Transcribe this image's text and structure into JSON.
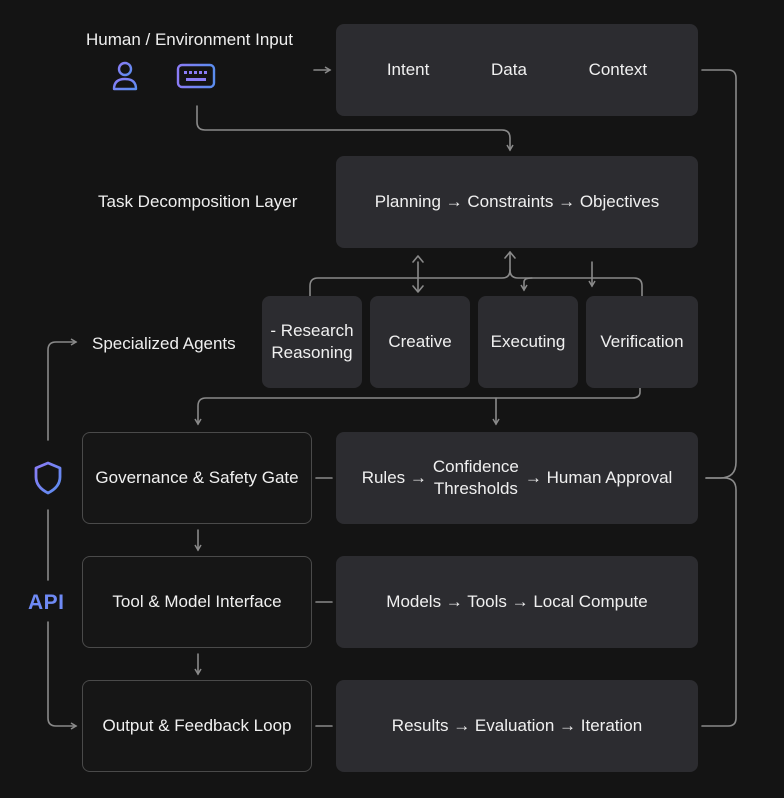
{
  "input": {
    "title": "Human / Environment Input",
    "icons": [
      "user-icon",
      "keyboard-icon",
      "bar-chart-icon"
    ],
    "items": [
      "Intent",
      "Data",
      "Context"
    ]
  },
  "task_layer": {
    "label": "Task Decomposition Layer",
    "flow": "Planning → Constraints → Objectives"
  },
  "agents": {
    "label": "Specialized Agents",
    "research": [
      "- Research",
      "Reasoning"
    ],
    "items": [
      "Creative",
      "Executing",
      "Verification"
    ]
  },
  "governance": {
    "label": "Governance & Safety Gate",
    "rules": "Rules →",
    "confidence": [
      "Confidence",
      "Thresholds"
    ],
    "approval": "→ Human Approval",
    "icon": "shield-icon"
  },
  "tools": {
    "label": "Tool & Model Interface",
    "flow": "Models → Tools → Local Compute",
    "api_badge": "API"
  },
  "output": {
    "label": "Output & Feedback Loop",
    "flow": "Results → Evaluation → Iteration"
  },
  "colors": {
    "background": "#141414",
    "box": "#2c2c30",
    "line": "#8a8a8a",
    "accent_violet": "#8b7cf6",
    "accent_blue": "#5b8def"
  }
}
